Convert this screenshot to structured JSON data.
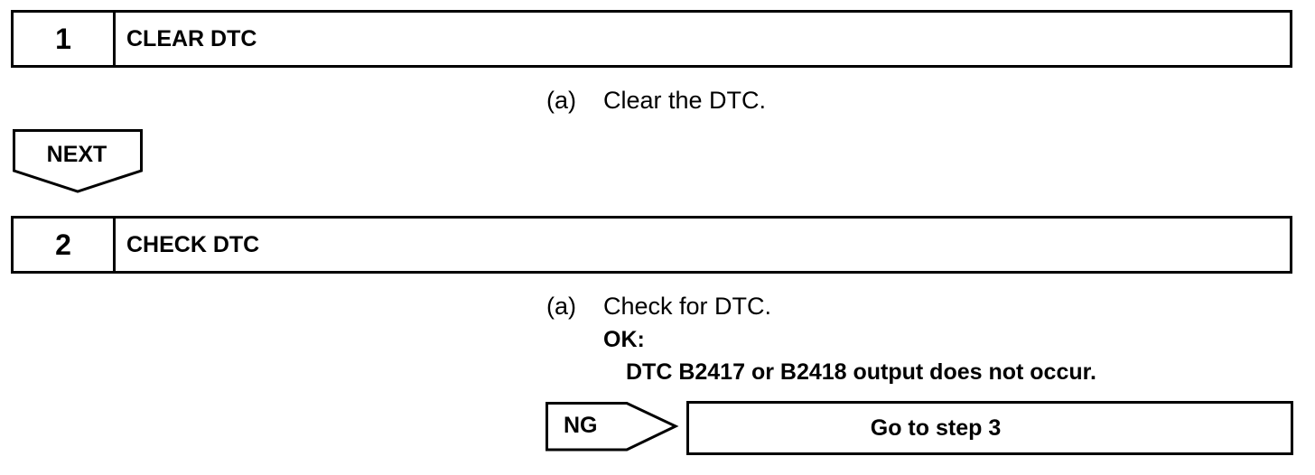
{
  "steps": [
    {
      "number": "1",
      "title": "CLEAR DTC",
      "sub_a": {
        "marker": "(a)",
        "text": "Clear the DTC."
      }
    },
    {
      "number": "2",
      "title": "CHECK DTC",
      "sub_a": {
        "marker": "(a)",
        "text": "Check for DTC."
      },
      "ok_label": "OK:",
      "ok_text": "DTC B2417 or B2418 output does not occur."
    }
  ],
  "next_label": "NEXT",
  "ng_label": "NG",
  "ng_action": "Go to step 3"
}
